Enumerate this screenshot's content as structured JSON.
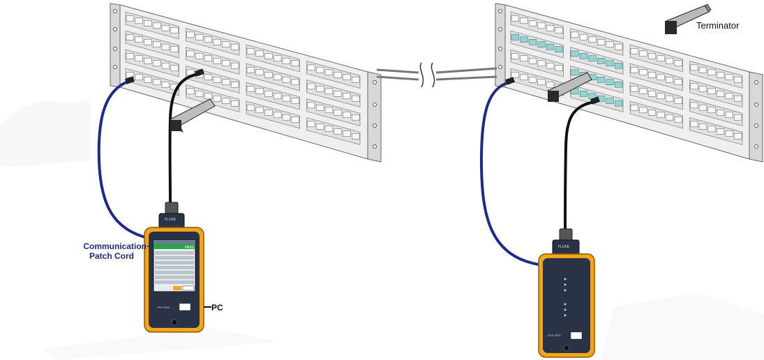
{
  "labels": {
    "terminator": "Terminator",
    "comm_line1": "Communication",
    "comm_line2": "Patch Cord",
    "pc": "PC"
  },
  "main_unit": {
    "brand": "FLUKE",
    "screen_status": "PASS",
    "model": "DSX-5000"
  },
  "remote_unit": {
    "brand": "FLUKE",
    "model": "DSX-5000"
  },
  "colors": {
    "patch_cord_blue": "#1c2a8a",
    "test_cable_black": "#111111",
    "tester_yellow": "#f2a51c",
    "tester_body": "#2a3346",
    "panel_face": "#efefef",
    "highlight_ports": "#8fd6d6",
    "comm_label": "#1a2b8a",
    "pass_green": "#2aa34a"
  }
}
